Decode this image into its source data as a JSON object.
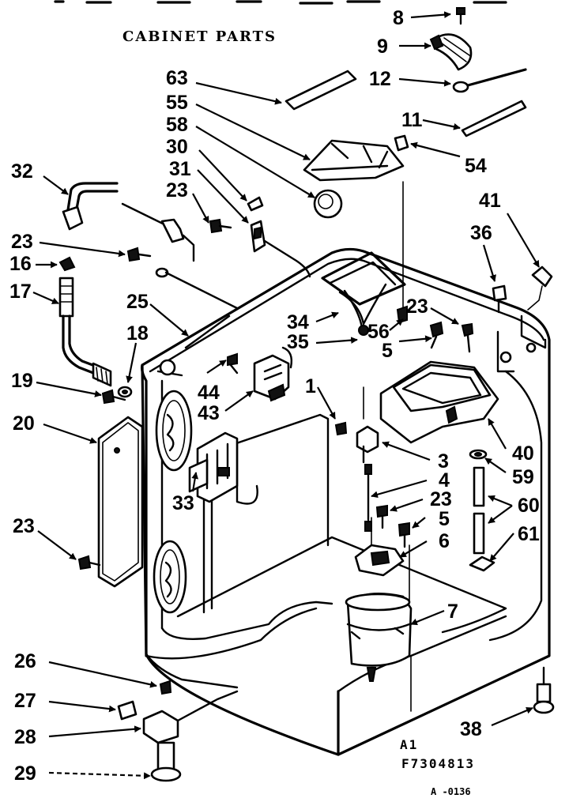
{
  "title": "CABINET PARTS",
  "drawing_number": "F7304813",
  "revision": "A1",
  "sheet_code": "A -0136",
  "callouts": {
    "c8": "8",
    "c9": "9",
    "c12": "12",
    "c11": "11",
    "c54": "54",
    "c63": "63",
    "c55": "55",
    "c58": "58",
    "c30": "30",
    "c31": "31",
    "c23a": "23",
    "c32": "32",
    "c23b": "23",
    "c16": "16",
    "c17": "17",
    "c25": "25",
    "c18": "18",
    "c19": "19",
    "c20": "20",
    "c23c": "23",
    "c34": "34",
    "c35": "35",
    "c56": "56",
    "c5a": "5",
    "c23d": "23",
    "c41": "41",
    "c36": "36",
    "c44": "44",
    "c43": "43",
    "c1": "1",
    "c33": "33",
    "c3": "3",
    "c4": "4",
    "c23e": "23",
    "c5b": "5",
    "c6": "6",
    "c40": "40",
    "c59": "59",
    "c60": "60",
    "c61": "61",
    "c7": "7",
    "c26": "26",
    "c27": "27",
    "c28": "28",
    "c29": "29",
    "c38": "38"
  }
}
